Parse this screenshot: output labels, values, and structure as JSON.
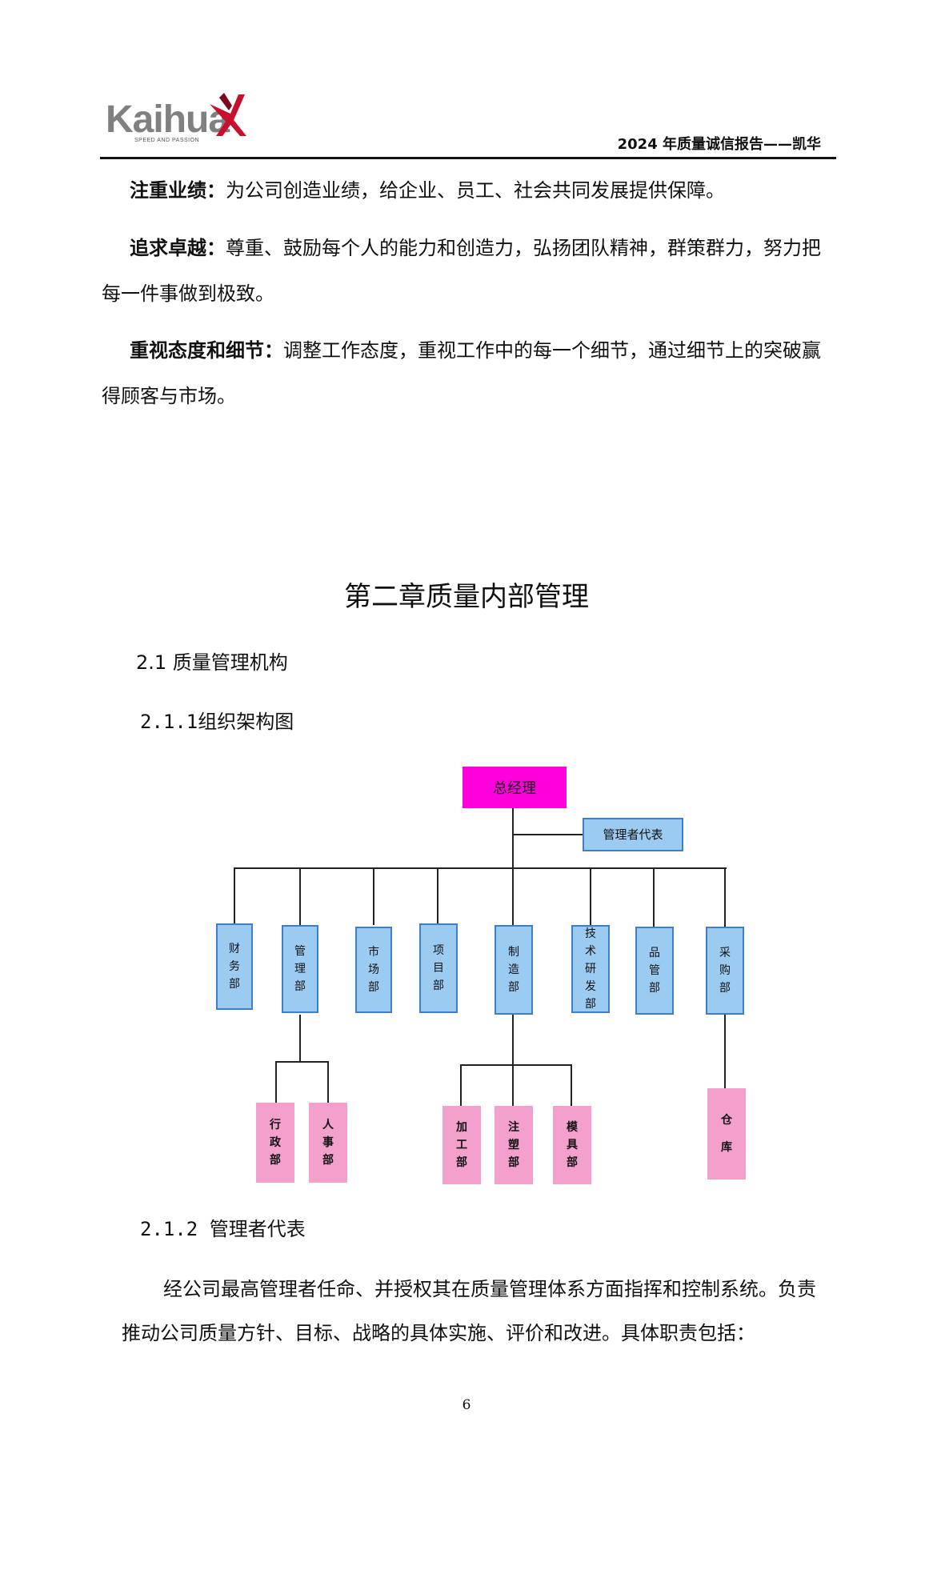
{
  "header": {
    "logo_text": "Kaihua",
    "logo_tagline": "SPEED AND PASSION",
    "title": "2024 年质量诚信报告——凯华"
  },
  "paragraphs": [
    {
      "term": "注重业绩：",
      "text": "为公司创造业绩，给企业、员工、社会共同发展提供保障。"
    },
    {
      "term": "追求卓越：",
      "text": "尊重、鼓励每个人的能力和创造力，弘扬团队精神，群策群力，努力把每一件事做到极致。"
    },
    {
      "term": "重视态度和细节：",
      "text": "调整工作态度，重视工作中的每一个细节，通过细节上的突破赢得顾客与市场。"
    }
  ],
  "chapter_title": "第二章质量内部管理",
  "section_2_1": "2.1 质量管理机构",
  "section_2_1_1": "2.1.1组织架构图",
  "org_chart": {
    "top": "总经理",
    "representative": "管理者代表",
    "departments": [
      "财务部",
      "管理部",
      "市场部",
      "项目部",
      "制造部",
      "技术研发部",
      "品管部",
      "采购部"
    ],
    "sub_management": [
      "行政部",
      "人事部"
    ],
    "sub_manufacturing": [
      "加工部",
      "注塑部",
      "模具部"
    ],
    "sub_purchasing": [
      "仓库"
    ]
  },
  "section_2_1_2": "2.1.2 管理者代表",
  "closing_paragraph": "经公司最高管理者任命、并授权其在质量管理体系方面指挥和控制系统。负责推动公司质量方针、目标、战略的具体实施、评价和改进。具体职责包括：",
  "page_number": "6",
  "colors": {
    "top_box": "#ff00dd",
    "department_box": "#9ccbf2",
    "department_border": "#3e7fc8",
    "sub_box": "#f4a0cc",
    "logo_accent": "#c8102e"
  }
}
